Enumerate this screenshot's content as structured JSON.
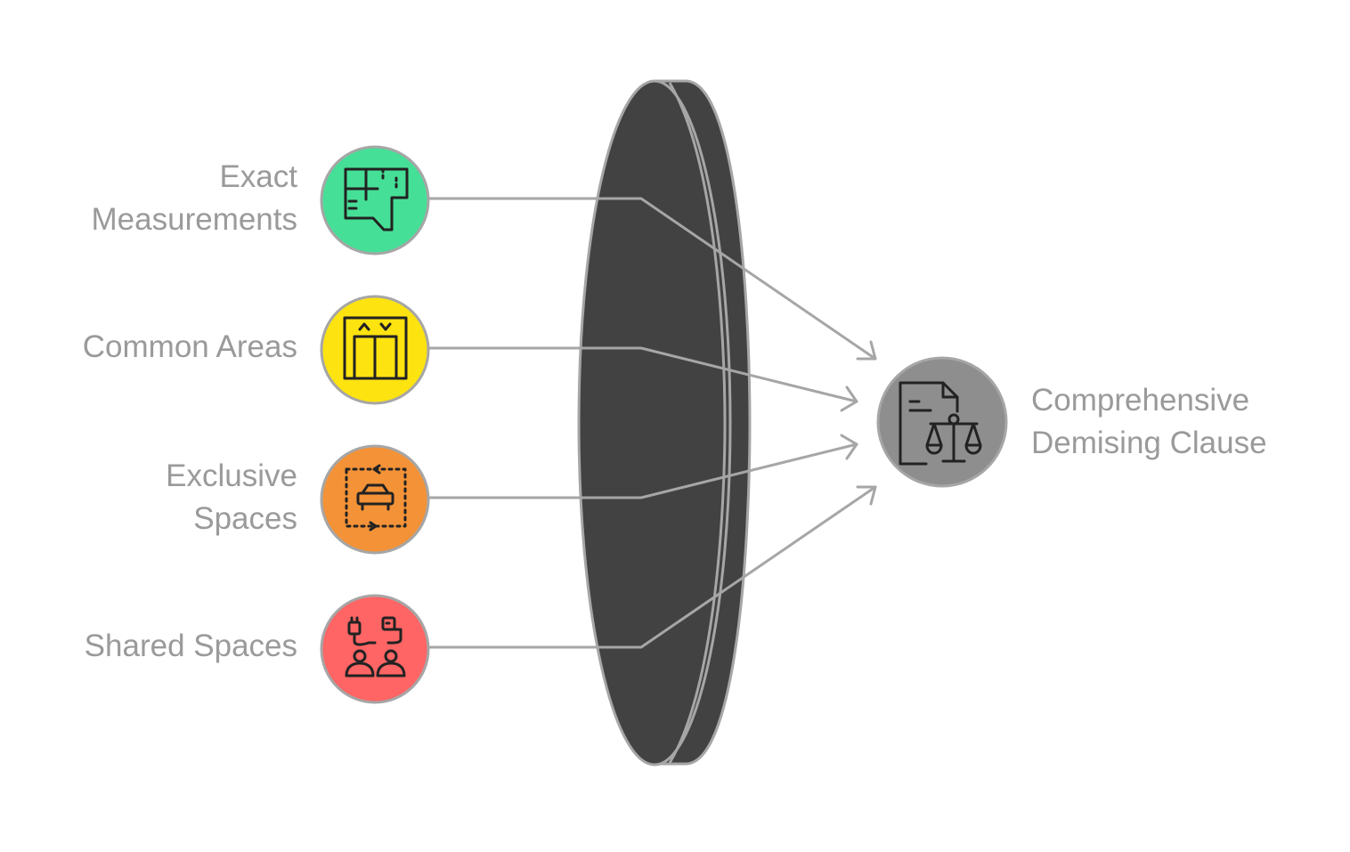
{
  "inputs": [
    {
      "label": "Exact\nMeasurements",
      "color": "#46df97",
      "icon": "floor-plan-icon"
    },
    {
      "label": "Common Areas",
      "color": "#fde310",
      "icon": "elevator-icon"
    },
    {
      "label": "Exclusive\nSpaces",
      "color": "#f39237",
      "icon": "parking-space-icon"
    },
    {
      "label": "Shared Spaces",
      "color": "#fe6564",
      "icon": "shared-power-icon"
    }
  ],
  "output": {
    "label": "Comprehensive\nDemising Clause",
    "color": "#8e8e8e",
    "icon": "legal-document-scales-icon"
  },
  "lens_color": "#424242",
  "line_color": "#a6a6a6",
  "text_color": "#9a9a9a"
}
